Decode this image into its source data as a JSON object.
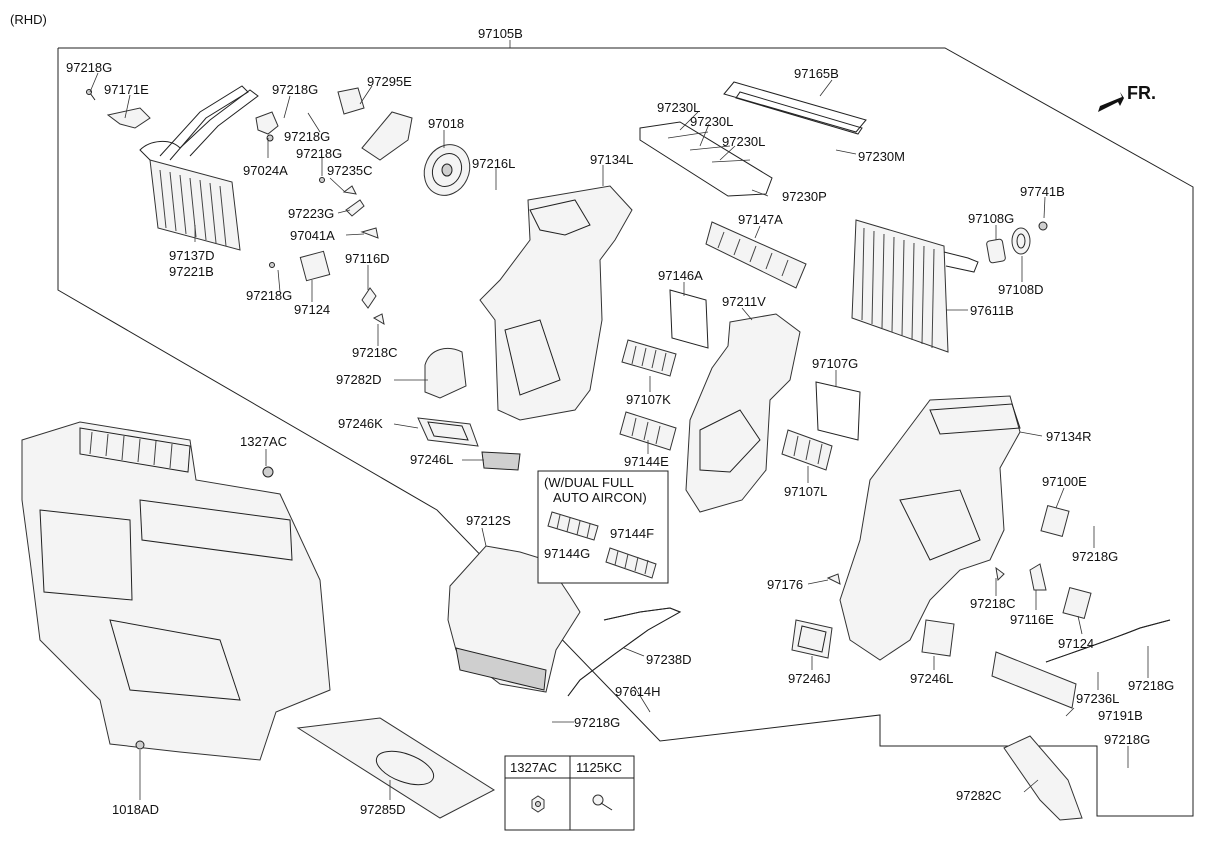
{
  "header": {
    "variant": "(RHD)"
  },
  "direction_marker": {
    "label": "FR."
  },
  "assembly": {
    "number": "97105B"
  },
  "part_labels": {
    "p97218G_a": "97218G",
    "p97171E": "97171E",
    "p97218G_b": "97218G",
    "p97295E": "97295E",
    "p97218G_c": "97218G",
    "p97218G_d": "97218G",
    "p97024A": "97024A",
    "p97235C": "97235C",
    "p97018": "97018",
    "p97216L": "97216L",
    "p97134L": "97134L",
    "p97165B": "97165B",
    "p97230L_a": "97230L",
    "p97230L_b": "97230L",
    "p97230L_c": "97230L",
    "p97230M": "97230M",
    "p97230P": "97230P",
    "p97137D": "97137D",
    "p97221B": "97221B",
    "p97223G": "97223G",
    "p97041A": "97041A",
    "p97116D": "97116D",
    "p97218G_e": "97218G",
    "p97124_a": "97124",
    "p97218C_a": "97218C",
    "p97282D": "97282D",
    "p97246K": "97246K",
    "p97246L_a": "97246L",
    "p97147A": "97147A",
    "p97146A": "97146A",
    "p97211V": "97211V",
    "p97107K": "97107K",
    "p97144E": "97144E",
    "p97107G": "97107G",
    "p97107L": "97107L",
    "p97741B": "97741B",
    "p97108G": "97108G",
    "p97108D": "97108D",
    "p97611B": "97611B",
    "p97134R": "97134R",
    "p97100E": "97100E",
    "p97218G_f": "97218G",
    "p97176": "97176",
    "p97218C_b": "97218C",
    "p97116E": "97116E",
    "p97124_b": "97124",
    "p97236L": "97236L",
    "p97218G_g": "97218G",
    "p97246J": "97246J",
    "p97246L_b": "97246L",
    "p97191B": "97191B",
    "p97218G_h": "97218G",
    "p97282C": "97282C",
    "p1327AC": "1327AC",
    "p1018AD": "1018AD",
    "p97212S": "97212S",
    "p97238D": "97238D",
    "p97614H": "97614H",
    "p97218G_i": "97218G",
    "p97285D": "97285D"
  },
  "dual_aircon_box": {
    "title_line1": "(W/DUAL FULL",
    "title_line2": "AUTO AIRCON)",
    "p97144G": "97144G",
    "p97144F": "97144F"
  },
  "fastener_table": {
    "col1_header": "1327AC",
    "col2_header": "1125KC"
  }
}
